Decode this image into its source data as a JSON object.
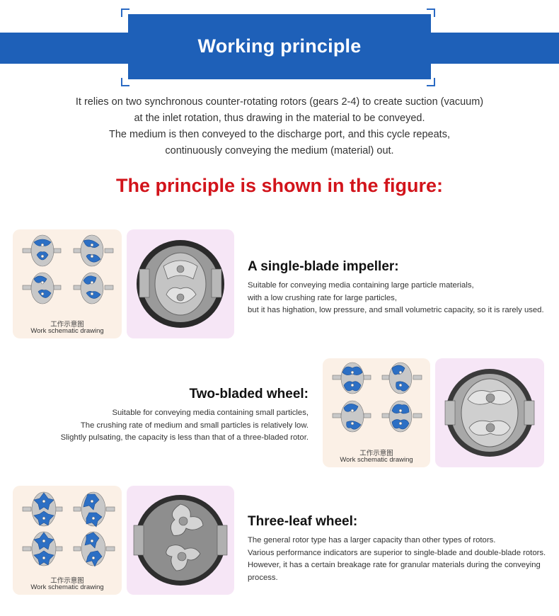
{
  "header": {
    "title": "Working principle"
  },
  "intro": {
    "lines": [
      "It relies on two synchronous counter-rotating rotors (gears 2-4) to create suction (vacuum)",
      "at the inlet rotation, thus drawing in the material to be conveyed.",
      "The medium is then conveyed to the discharge port, and this cycle repeats,",
      "continuously conveying the medium (material) out."
    ]
  },
  "subtitle": "The principle is shown in the figure:",
  "sections": [
    {
      "title": "A single-blade impeller:",
      "lines": [
        "Suitable for conveying media containing large particle materials,",
        "with a low crushing rate for large particles,",
        "but it has highation, low pressure, and small volumetric capacity, so it is rarely used."
      ],
      "caption_cn": "工作示意图",
      "caption_en": "Work schematic drawing"
    },
    {
      "title": "Two-bladed wheel:",
      "lines": [
        "Suitable for conveying media containing small particles,",
        "The crushing rate of medium and small particles is relatively low.",
        "Slightly pulsating, the capacity is less than that of a three-bladed rotor."
      ],
      "caption_cn": "工作示意图",
      "caption_en": "Work schematic drawing"
    },
    {
      "title": "Three-leaf wheel:",
      "lines": [
        "The general rotor type has a larger capacity than other types of rotors.",
        "Various performance indicators are superior to single-blade and double-blade rotors.",
        "However, it has a certain breakage rate for granular materials during the conveying",
        "process."
      ],
      "caption_cn": "工作示意图",
      "caption_en": "Work schematic drawing"
    }
  ],
  "colors": {
    "header_blue": "#1e60b8",
    "subtitle_red": "#d2141b",
    "rotor_blue": "#2c6fc4",
    "schematic_bg": "#fbf0e6",
    "photo_bg": "#f6e6f6"
  }
}
